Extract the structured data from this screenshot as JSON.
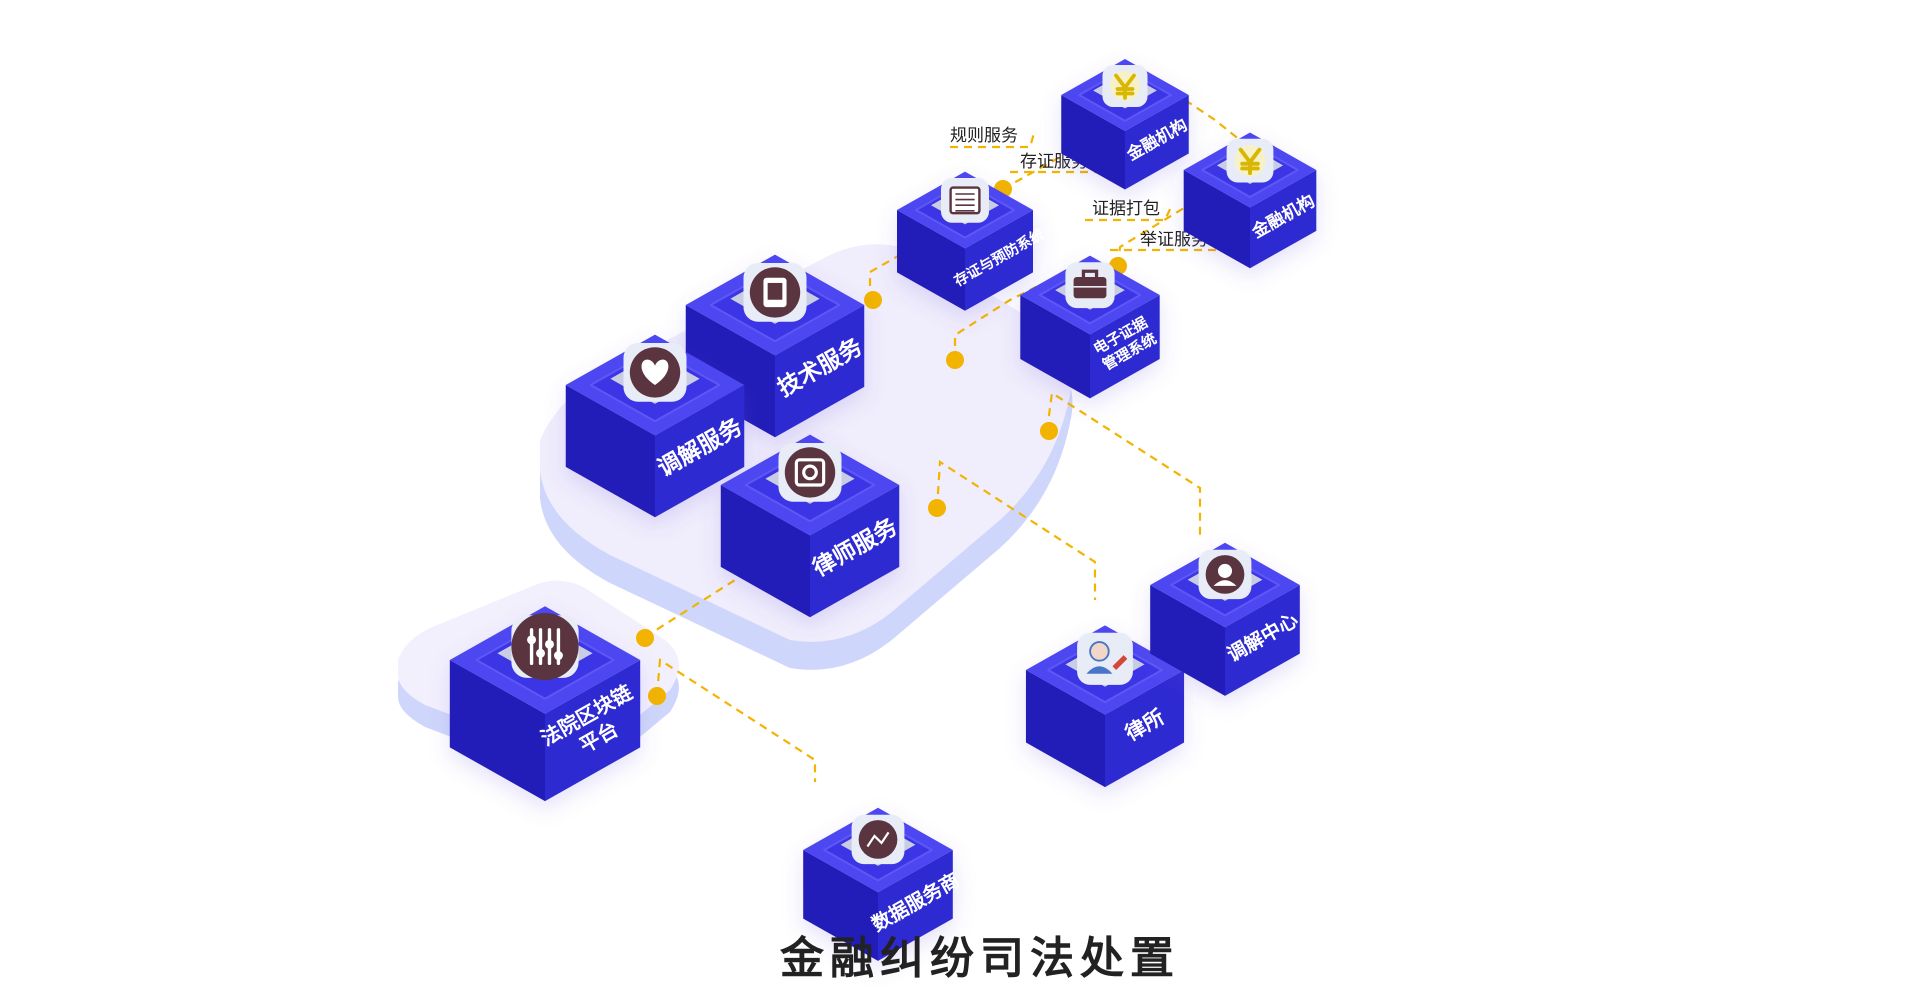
{
  "caption": "金融纠纷司法处置",
  "colors": {
    "cube_top": "#3b36e6",
    "cube_left": "#221bb8",
    "cube_right": "#2e29d2",
    "cube_rim": "#4d47f2",
    "icon_bg": "#e8ecf6",
    "icon_fg": "#5a3540",
    "connector": "#f2b400",
    "platform": "#eeeafb"
  },
  "nodes": [
    {
      "id": "financial-institution-1",
      "label_lines": [
        "金融机构"
      ],
      "icon": "yen-icon"
    },
    {
      "id": "financial-institution-2",
      "label_lines": [
        "金融机构"
      ],
      "icon": "yen-icon"
    },
    {
      "id": "evidence-storage-system",
      "label_lines": [
        "存证与预防系统"
      ],
      "icon": "notebook-icon"
    },
    {
      "id": "e-evidence-system",
      "label_lines": [
        "电子证据",
        "管理系统"
      ],
      "icon": "briefcase-icon"
    },
    {
      "id": "tech-service",
      "label_lines": [
        "技术服务"
      ],
      "icon": "tablet-icon"
    },
    {
      "id": "mediation-service",
      "label_lines": [
        "调解服务"
      ],
      "icon": "heart-icon"
    },
    {
      "id": "lawyer-service",
      "label_lines": [
        "律师服务"
      ],
      "icon": "safe-icon"
    },
    {
      "id": "court-blockchain",
      "label_lines": [
        "法院区块链",
        "平台"
      ],
      "icon": "equalizer-icon"
    },
    {
      "id": "law-firm",
      "label_lines": [
        "律所"
      ],
      "icon": "lawyer-icon"
    },
    {
      "id": "mediation-center",
      "label_lines": [
        "调解中心"
      ],
      "icon": "user-icon"
    },
    {
      "id": "data-provider",
      "label_lines": [
        "数据服务商"
      ],
      "icon": "chart-icon"
    }
  ],
  "edge_labels": [
    "规则服务",
    "存证服务",
    "证据打包",
    "举证服务"
  ]
}
